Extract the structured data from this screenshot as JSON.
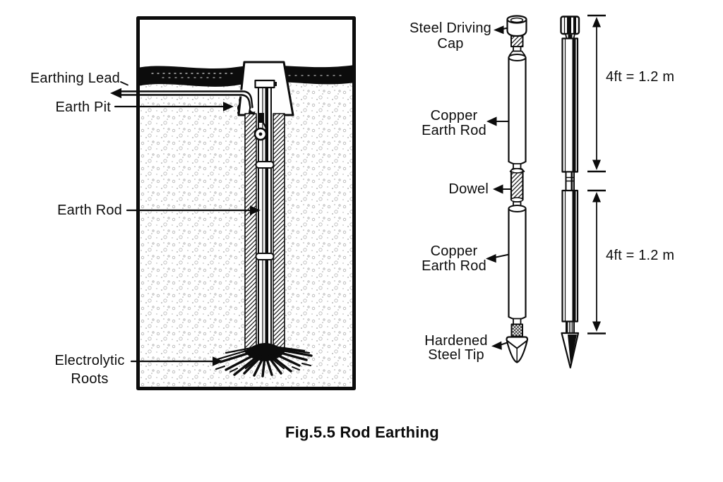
{
  "page": {
    "paper_color": "#ffffff",
    "ink_color": "#0d0d0d",
    "caption": "Fig.5.5 Rod Earthing"
  },
  "cross_section": {
    "description": "buried earth rod cross-section",
    "labels": {
      "earthing_lead": "Earthing Lead",
      "earth_pit": "Earth Pit",
      "earth_rod": "Earth Rod",
      "electrolytic_roots": "Electrolytic\nRoots"
    }
  },
  "rod_assembly": {
    "description": "exploded and assembled earth rod",
    "labels": {
      "steel_driving_cap": "Steel Driving\nCap",
      "copper_earth_rod_upper": "Copper\nEarth Rod",
      "dowel": "Dowel",
      "copper_earth_rod_lower": "Copper\nEarth Rod",
      "hardened_steel_tip": "Hardened\nSteel Tip"
    },
    "dimensions": {
      "upper_section": "4ft = 1.2 m",
      "lower_section": "4ft = 1.2 m"
    }
  }
}
